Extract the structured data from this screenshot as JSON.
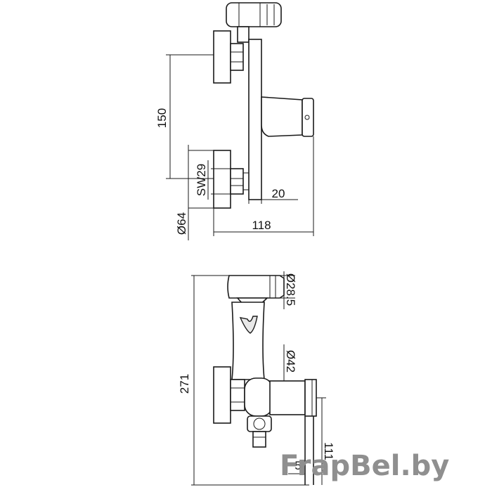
{
  "top_view": {
    "dim_height": "150",
    "dim_wrench": "SW29",
    "dim_offset": "20",
    "dim_rosette": "Ø64",
    "dim_width": "118"
  },
  "side_view": {
    "dim_total_height": "271",
    "dim_holder": "Ø28.5",
    "dim_body": "Ø42",
    "dim_lower": "111",
    "dim_pipe": "5"
  },
  "watermark": "FrapBel.by"
}
